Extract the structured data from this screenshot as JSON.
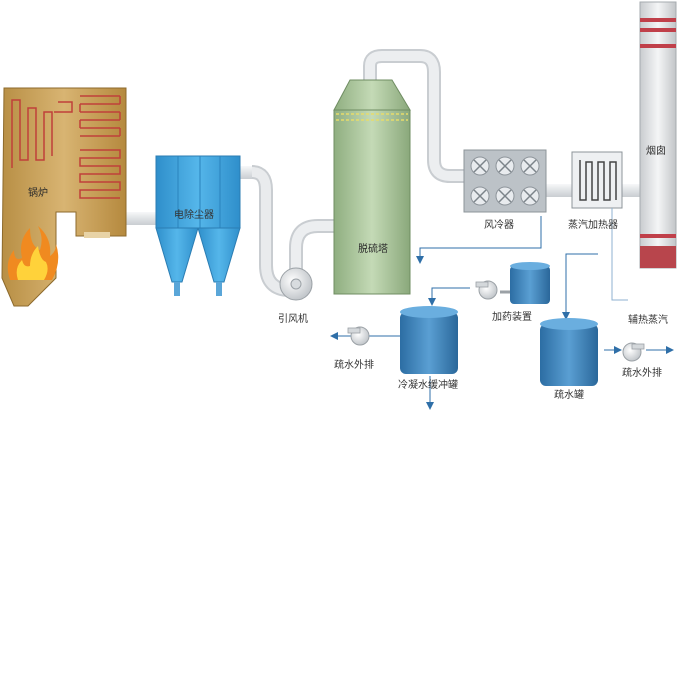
{
  "labels": {
    "boiler": "锅炉",
    "esp": "电除尘器",
    "id_fan": "引风机",
    "desulf_tower": "脱硫塔",
    "air_cooler": "风冷器",
    "steam_heater": "蒸汽加热器",
    "chimney": "烟囱",
    "aux_steam": "辅热蒸汽",
    "dosing_device": "加药装置",
    "condensate_tank": "冷凝水缓冲罐",
    "drain_tank": "疏水罐",
    "drain_out_left": "疏水外排",
    "drain_out_right": "疏水外排"
  },
  "colors": {
    "boiler_body": "#c9a25a",
    "boiler_coil": "#c0403a",
    "esp_body": "#3aa0d8",
    "tower_body": "#a9c49a",
    "pipe": "#e6e8ea",
    "chimney_band": "#c0404a",
    "tank": "#3a7fb8",
    "arrow": "#2f6fa8"
  },
  "icons": {
    "fan": "centrifugal-fan-icon",
    "flame": "flame-icon",
    "coil": "heater-coil-icon"
  }
}
